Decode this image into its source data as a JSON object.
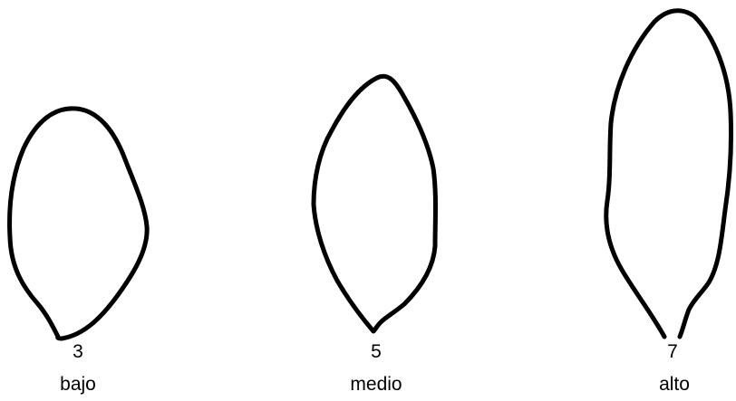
{
  "shapes": [
    {
      "value": "3",
      "label": "bajo"
    },
    {
      "value": "5",
      "label": "medio"
    },
    {
      "value": "7",
      "label": "alto"
    }
  ],
  "colors": {
    "outline": "#000000",
    "background": "#ffffff",
    "text": "#000000"
  }
}
